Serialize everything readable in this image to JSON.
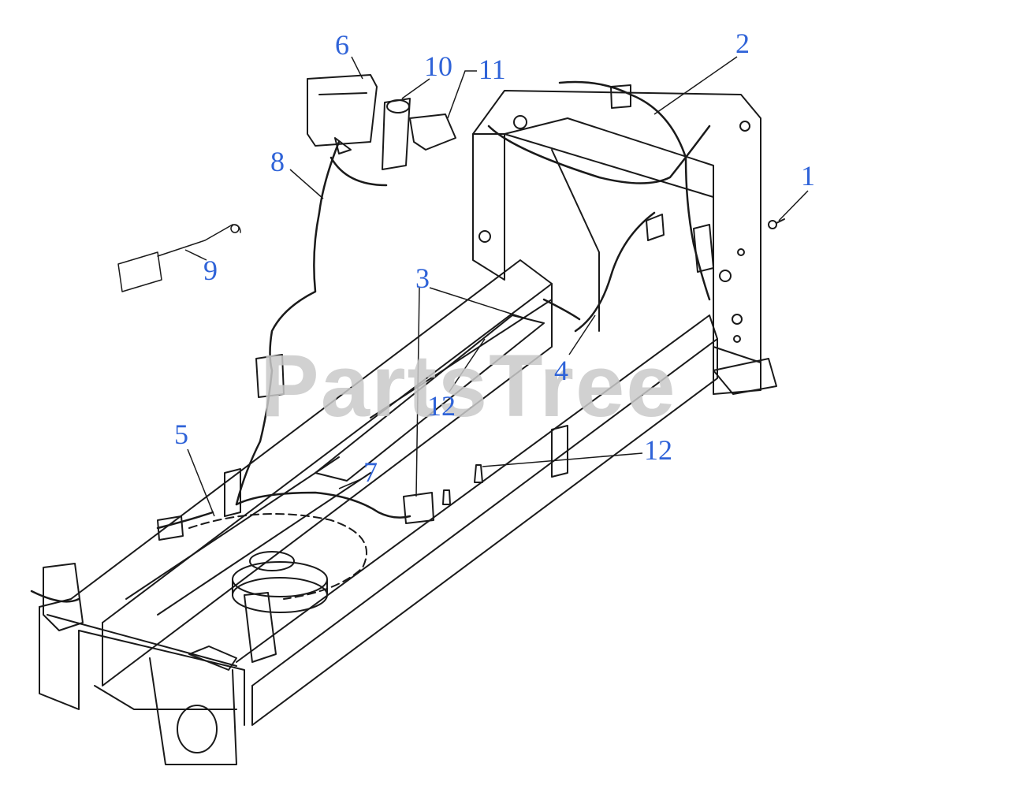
{
  "diagram": {
    "watermark": "PartsTree",
    "callouts": {
      "c1": "1",
      "c2": "2",
      "c3": "3",
      "c4": "4",
      "c5": "5",
      "c6": "6",
      "c7": "7",
      "c8": "8",
      "c9": "9",
      "c10": "10",
      "c11": "11",
      "c12a": "12",
      "c12b": "12"
    },
    "colors": {
      "callout": "#2f63d8",
      "linework": "#1a1a1a",
      "watermark": "#c9c9c9"
    }
  }
}
